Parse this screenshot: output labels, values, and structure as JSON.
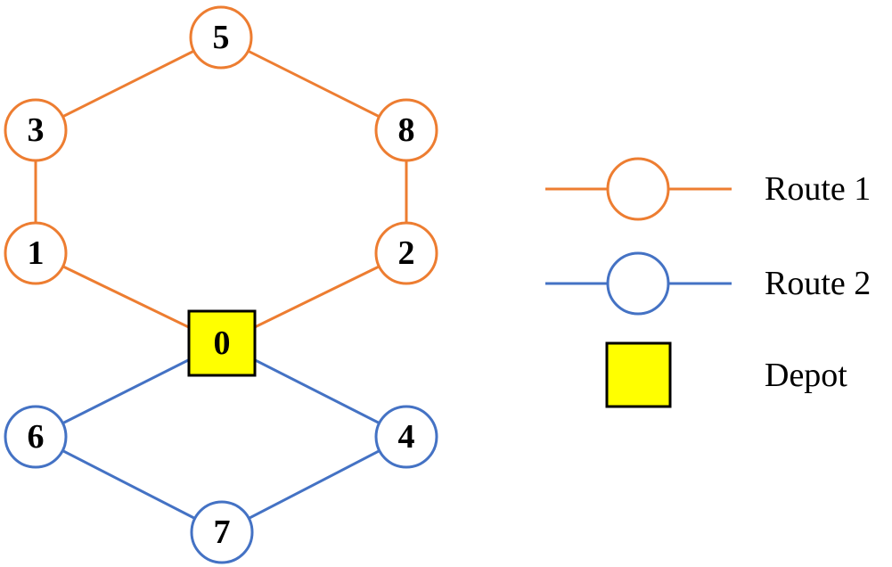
{
  "colors": {
    "route1": "#ED7D31",
    "route2": "#4472C4",
    "depot_fill": "#FFFF00",
    "depot_stroke": "#000000",
    "text": "#000000"
  },
  "depot": {
    "id": "0",
    "label": "0"
  },
  "nodes": [
    {
      "id": "1",
      "label": "1",
      "route": "route1"
    },
    {
      "id": "2",
      "label": "2",
      "route": "route1"
    },
    {
      "id": "3",
      "label": "3",
      "route": "route1"
    },
    {
      "id": "4",
      "label": "4",
      "route": "route2"
    },
    {
      "id": "5",
      "label": "5",
      "route": "route1"
    },
    {
      "id": "6",
      "label": "6",
      "route": "route2"
    },
    {
      "id": "7",
      "label": "7",
      "route": "route2"
    },
    {
      "id": "8",
      "label": "8",
      "route": "route1"
    }
  ],
  "routes": [
    {
      "id": "route1",
      "sequence": [
        "0",
        "1",
        "3",
        "5",
        "8",
        "2",
        "0"
      ]
    },
    {
      "id": "route2",
      "sequence": [
        "0",
        "6",
        "7",
        "4",
        "0"
      ]
    }
  ],
  "legend": {
    "route1_label": "Route 1",
    "route2_label": "Route 2",
    "depot_label": "Depot"
  }
}
